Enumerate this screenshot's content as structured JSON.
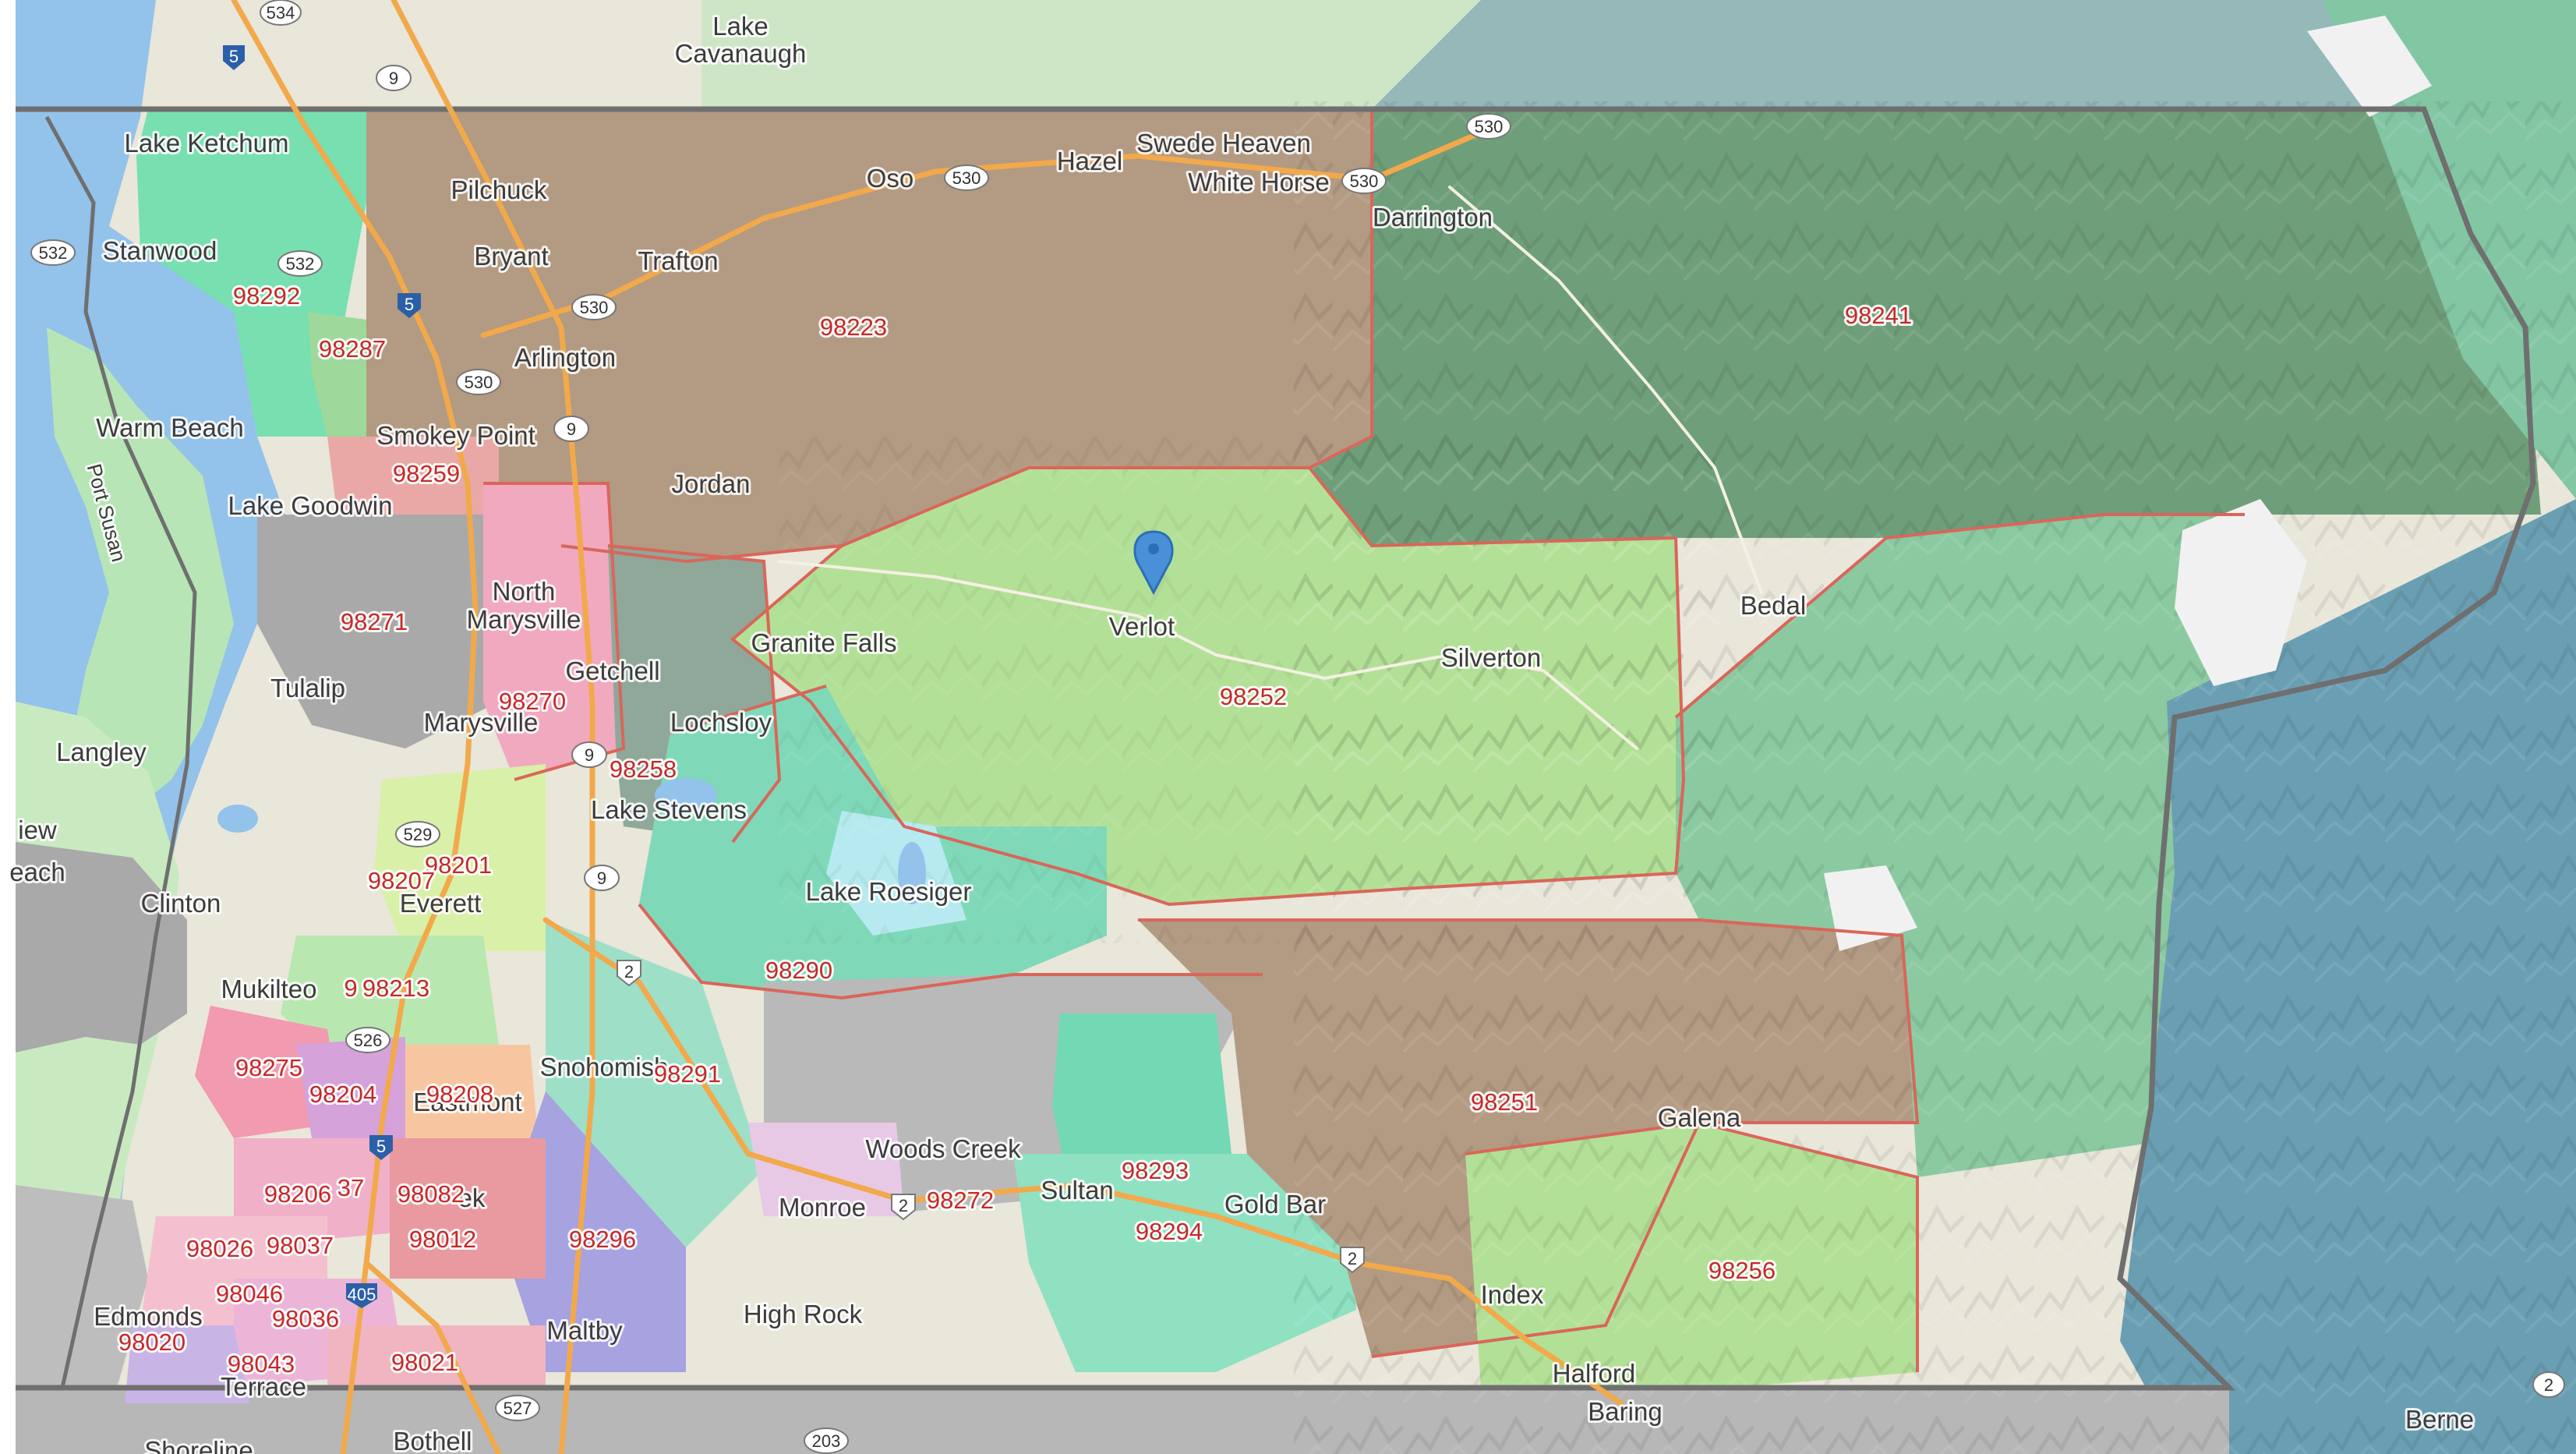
{
  "map": {
    "colors": {
      "water": "#93c2ea",
      "zip_border": "#d9665a",
      "county_border": "#6f6f6f",
      "highway": "#f2a94b",
      "label_text": "#3c3c3c",
      "zip_text": "#c62828"
    },
    "marker": {
      "icon": "map-pin-icon",
      "color": "#4a90d9"
    },
    "places": [
      "Lake",
      "Cavanaugh",
      "Lake Ketchum",
      "Pilchuck",
      "Oso",
      "Hazel",
      "Swede Heaven",
      "White Horse",
      "Darrington",
      "Stanwood",
      "Bryant",
      "Trafton",
      "Arlington",
      "Warm Beach",
      "Smokey Point",
      "Jordan",
      "Lake Goodwin",
      "North",
      "Marysville",
      "Granite Falls",
      "Verlot",
      "Silverton",
      "Bedal",
      "Tulalip",
      "Marysville",
      "Getchell",
      "Lochsloy",
      "Langley",
      "Lake Stevens",
      "iew",
      "each",
      "Clinton",
      "Everett",
      "Lake Roesiger",
      "Mukilteo",
      "Snohomish",
      "Eastmont",
      "Woods Creek",
      "Monroe",
      "Sultan",
      "Gold Bar",
      "Galena",
      "High Rock",
      "Edmonds",
      "Maltby",
      "Index",
      "Halford",
      "Baring",
      "Terrace",
      "Bothell",
      "Shoreline",
      "Berne",
      "Port Susan",
      "ek"
    ],
    "zips": [
      "98292",
      "98287",
      "98223",
      "98241",
      "98259",
      "98271",
      "98270",
      "98258",
      "98252",
      "98201",
      "98207",
      "98213",
      "98290",
      "98291",
      "98275",
      "98204",
      "98208",
      "98251",
      "98293",
      "98272",
      "98294",
      "98206",
      "37",
      "98082",
      "98012",
      "98026",
      "98037",
      "98296",
      "98046",
      "98036",
      "98256",
      "98020",
      "98043",
      "98021",
      "9"
    ],
    "shields": [
      "534",
      "5",
      "9",
      "530",
      "530",
      "530",
      "532",
      "532",
      "5",
      "530",
      "530",
      "9",
      "9",
      "529",
      "9",
      "2",
      "526",
      "5",
      "2",
      "405",
      "2",
      "527",
      "203",
      "2"
    ]
  }
}
